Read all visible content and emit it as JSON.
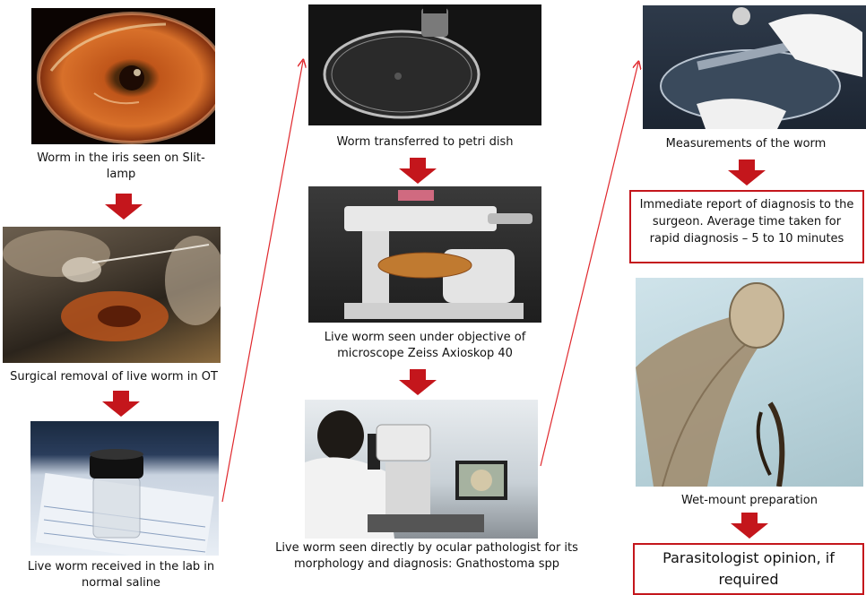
{
  "steps": {
    "slit_lamp": "Worm in the iris seen on Slit-lamp",
    "surgical_removal": "Surgical removal of live worm in OT",
    "received": "Live worm received in  the lab in normal saline",
    "petri": "Worm transferred to petri dish",
    "microscope": "Live worm seen under objective of microscope Zeiss Axioskop  40",
    "pathologist": "Live worm seen directly by ocular pathologist for its morphology and diagnosis: Gnathostoma spp",
    "measurements": "Measurements of the worm",
    "report": "Immediate report of diagnosis to the surgeon. Average time taken for rapid diagnosis – 5 to 10 minutes",
    "wet_mount": "Wet-mount preparation",
    "parasitologist": "Parasitologist opinion, if required"
  },
  "colors": {
    "arrow": "#c4161c",
    "connector": "#e0282d",
    "box_border": "#c4161c"
  }
}
